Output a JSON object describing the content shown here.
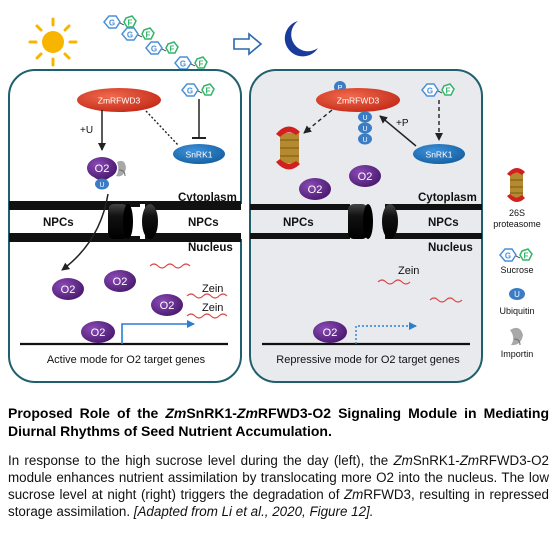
{
  "diagram": {
    "left_panel": {
      "enzyme": "ZmRFWD3",
      "kinase": "SnRK1",
      "edge_label": "+U",
      "ubiquitin": "U",
      "protein": "O2",
      "compartment_top": "Cytoplasm",
      "compartment_bottom": "Nucleus",
      "pore_left": "NPCs",
      "pore_right": "NPCs",
      "target": "Zein",
      "mode": "Active mode for O2 target genes"
    },
    "right_panel": {
      "enzyme": "ZmRFWD3",
      "phospho": "P",
      "kinase": "SnRK1",
      "edge_label": "+P",
      "ubiquitin": "U",
      "protein": "O2",
      "compartment_top": "Cytoplasm",
      "compartment_bottom": "Nucleus",
      "pore_left": "NPCs",
      "pore_right": "NPCs",
      "target": "Zein",
      "mode": "Repressive mode for O2 target genes"
    },
    "sugar": {
      "g": "G",
      "f": "F"
    },
    "legend": {
      "proteasome": "26S proteasome",
      "sucrose": "Sucrose",
      "ubiquitin": "Ubiquitin",
      "importin": "Importin",
      "ubiquitin_glyph": "U"
    },
    "colors": {
      "enzyme": "#d9402a",
      "kinase": "#1f78c1",
      "o2": "#6b2c91",
      "ubiquitin": "#3b7dc4",
      "glucose": "#4a90d9",
      "fructose": "#34b36a",
      "panel_left": "#ffffff",
      "panel_right": "#e8eaee",
      "panel_border": "#1f5f6e",
      "sun": "#f7b500",
      "moon": "#1a3a9c"
    },
    "icons": [
      "sun-icon",
      "moon-icon",
      "transition-arrow-icon",
      "proteasome-icon",
      "importin-icon"
    ]
  },
  "caption": {
    "title": "Proposed Role of the ZmSnRK1-ZmRFWD3-O2 Signaling Module in Mediating Diurnal Rhythms of Seed Nutrient Accumulation.",
    "body": "In response to the high sucrose level during the day (left), the ZmSnRK1-ZmRFWD3-O2 module enhances nutrient assimilation by translocating more O2 into the nucleus. The low sucrose level at night (right) triggers the degradation of ZmRFWD3, resulting in repressed storage assimilation. [Adapted from Li et al., 2020, Figure 12]."
  }
}
